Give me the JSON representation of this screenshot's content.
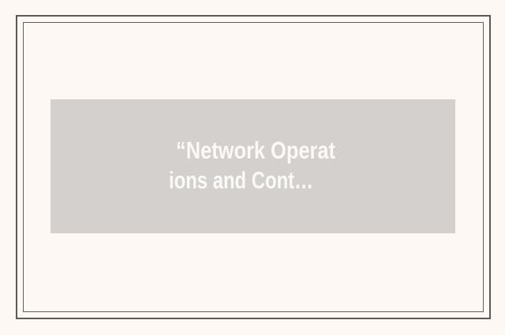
{
  "page": {
    "background_color": "#FDF8F4",
    "outer_frame_color": "#5C5854",
    "inner_frame_color": "#615D5A"
  },
  "placeholder": {
    "background_color": "#D3D0CD",
    "text_color": "#FBFAF8",
    "title_text": "“Network Operations and Cont…",
    "lines": [
      "“Network Operat",
      "ions and Cont…"
    ]
  }
}
